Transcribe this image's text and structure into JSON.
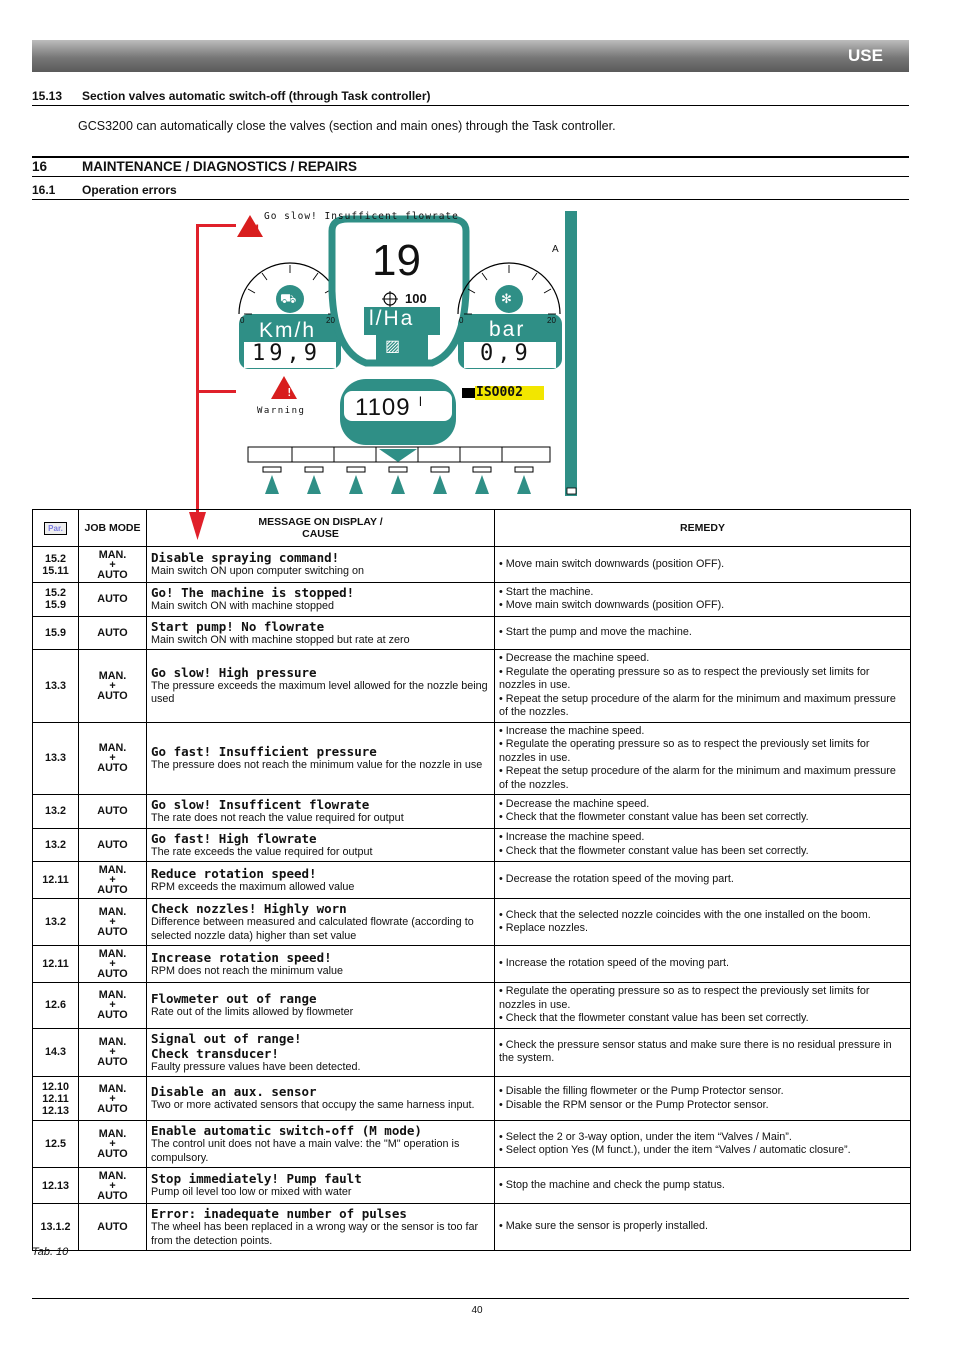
{
  "header": {
    "section": "USE"
  },
  "s1513": {
    "num": "15.13",
    "title": "Section valves automatic switch-off (through Task controller)",
    "text": "GCS3200 can automatically close the valves (section and main ones) through the Task controller."
  },
  "s16": {
    "num": "16",
    "title": "MAINTENANCE / DIAGNOSTICS / REPAIRS"
  },
  "s161": {
    "num": "16.1",
    "title": "Operation errors"
  },
  "display": {
    "alarm_message": "Go slow! Insufficent flowrate",
    "rate_value": "19",
    "rate_target": "100",
    "rate_unit": "l/Ha",
    "speed_unit": "Km/h",
    "speed_value": "19,9",
    "pressure_unit": "bar",
    "pressure_value": "0,9",
    "gauge_min": "0",
    "gauge_max": "20",
    "warning_label": "Warning",
    "tank_value": "1109",
    "tank_sup": "l",
    "iso_label": "ISO002",
    "letter_a": "A"
  },
  "table": {
    "headers": {
      "par": "Par.",
      "job_mode": "JOB MODE",
      "message": "MESSAGE ON DISPLAY /",
      "cause": "CAUSE",
      "remedy": "REMEDY"
    },
    "plus": "+",
    "rows": [
      {
        "par": [
          "15.2",
          "15.11"
        ],
        "mode": [
          "MAN.",
          "AUTO"
        ],
        "msg": [
          "Disable spraying command!"
        ],
        "cause": "Main switch ON upon computer switching on",
        "remedy": [
          "• Move main switch downwards (position OFF)."
        ]
      },
      {
        "par": [
          "15.2",
          "15.9"
        ],
        "mode": [
          "AUTO"
        ],
        "msg": [
          "Go! The machine is stopped!"
        ],
        "cause": "Main switch ON with machine stopped",
        "remedy": [
          "• Start the machine.",
          "• Move main switch downwards (position OFF)."
        ]
      },
      {
        "par": [
          "15.9"
        ],
        "mode": [
          "AUTO"
        ],
        "msg": [
          "Start pump! No flowrate"
        ],
        "cause": "Main switch ON with machine stopped but rate at zero",
        "remedy": [
          "• Start the pump and move the machine."
        ]
      },
      {
        "par": [
          "13.3"
        ],
        "mode": [
          "MAN.",
          "AUTO"
        ],
        "msg": [
          "Go slow! High pressure"
        ],
        "cause": "The pressure exceeds the maximum level allowed for the nozzle being used",
        "remedy": [
          "• Decrease the machine speed.",
          "• Regulate the operating pressure so as to respect the previously set limits for nozzles in use.",
          "• Repeat the setup procedure of the alarm for the minimum and maximum pressure of the nozzles."
        ]
      },
      {
        "par": [
          "13.3"
        ],
        "mode": [
          "MAN.",
          "AUTO"
        ],
        "msg": [
          "Go fast! Insufficient pressure"
        ],
        "cause": "The pressure does not reach the minimum value for the nozzle in use",
        "remedy": [
          "• Increase the machine speed.",
          "• Regulate the operating pressure so as to respect the previously set limits for nozzles in use.",
          "• Repeat the setup procedure of the alarm for the minimum and maximum pressure of the nozzles."
        ]
      },
      {
        "par": [
          "13.2"
        ],
        "mode": [
          "AUTO"
        ],
        "msg": [
          "Go slow! Insufficent flowrate"
        ],
        "cause": "The rate does not reach the value required for output",
        "remedy": [
          "• Decrease the machine speed.",
          "• Check that the flowmeter constant value has been set correctly."
        ]
      },
      {
        "par": [
          "13.2"
        ],
        "mode": [
          "AUTO"
        ],
        "msg": [
          "Go fast! High flowrate"
        ],
        "cause": "The rate exceeds the value required for output",
        "remedy": [
          "• Increase the machine speed.",
          "• Check that the flowmeter constant value has been set correctly."
        ]
      },
      {
        "par": [
          "12.11"
        ],
        "mode": [
          "MAN.",
          "AUTO"
        ],
        "msg": [
          "Reduce rotation speed!"
        ],
        "cause": "RPM exceeds the maximum allowed value",
        "remedy": [
          "• Decrease the rotation speed of the moving part."
        ]
      },
      {
        "par": [
          "13.2"
        ],
        "mode": [
          "MAN.",
          "AUTO"
        ],
        "msg": [
          "Check nozzles! Highly worn"
        ],
        "cause": "Difference between measured and calculated flowrate (according to selected nozzle data) higher than set value",
        "remedy": [
          "• Check that the selected nozzle coincides with the one installed on the boom.",
          "• Replace nozzles."
        ]
      },
      {
        "par": [
          "12.11"
        ],
        "mode": [
          "MAN.",
          "AUTO"
        ],
        "msg": [
          "Increase rotation speed!"
        ],
        "cause": "RPM does not reach the minimum value",
        "remedy": [
          "• Increase the rotation speed of the moving part."
        ]
      },
      {
        "par": [
          "12.6"
        ],
        "mode": [
          "MAN.",
          "AUTO"
        ],
        "msg": [
          "Flowmeter out of range"
        ],
        "cause": "Rate out of the limits allowed by flowmeter",
        "remedy": [
          "• Regulate the operating pressure so as to respect the previously set limits for nozzles in use.",
          "• Check that the flowmeter constant value has been set correctly."
        ]
      },
      {
        "par": [
          "14.3"
        ],
        "mode": [
          "MAN.",
          "AUTO"
        ],
        "msg": [
          "Signal out of range!",
          "Check transducer!"
        ],
        "cause": "Faulty pressure values have been detected.",
        "remedy": [
          "• Check the pressure sensor status and make sure there is no residual pressure in the system."
        ]
      },
      {
        "par": [
          "12.10",
          "12.11",
          "12.13"
        ],
        "mode": [
          "MAN.",
          "AUTO"
        ],
        "msg": [
          "Disable an aux. sensor"
        ],
        "cause": "Two or more activated sensors that occupy the same harness input.",
        "remedy": [
          "• Disable the filling flowmeter or the Pump Protector sensor.",
          "• Disable the RPM sensor or the Pump Protector sensor."
        ]
      },
      {
        "par": [
          "12.5"
        ],
        "mode": [
          "MAN.",
          "AUTO"
        ],
        "msg": [
          "Enable automatic switch-off (M mode)"
        ],
        "cause": "The control unit does not have a main valve: the \"M\" operation is compulsory.",
        "remedy": [
          "• Select the 2 or 3-way option, under the item “Valves / Main”.",
          "• Select option Yes (M funct.), under the item “Valves / automatic closure”."
        ]
      },
      {
        "par": [
          "12.13"
        ],
        "mode": [
          "MAN.",
          "AUTO"
        ],
        "msg": [
          "Stop immediately! Pump fault"
        ],
        "cause": "Pump oil level too low or mixed with water",
        "remedy": [
          "• Stop the machine and check the pump status."
        ]
      },
      {
        "par": [
          "13.1.2"
        ],
        "mode": [
          "AUTO"
        ],
        "msg": [
          "Error: inadequate number of pulses"
        ],
        "cause": "The wheel has been replaced in a wrong way or the sensor is too far from the detection points.",
        "remedy": [
          "• Make sure the sensor is properly installed."
        ]
      }
    ]
  },
  "caption": "Tab. 10",
  "page_number": "40",
  "colors": {
    "teal": "#2f8f86",
    "arrow_red": "#e0202a",
    "warning_red": "#d81e1e",
    "header_gray": "#777777"
  }
}
